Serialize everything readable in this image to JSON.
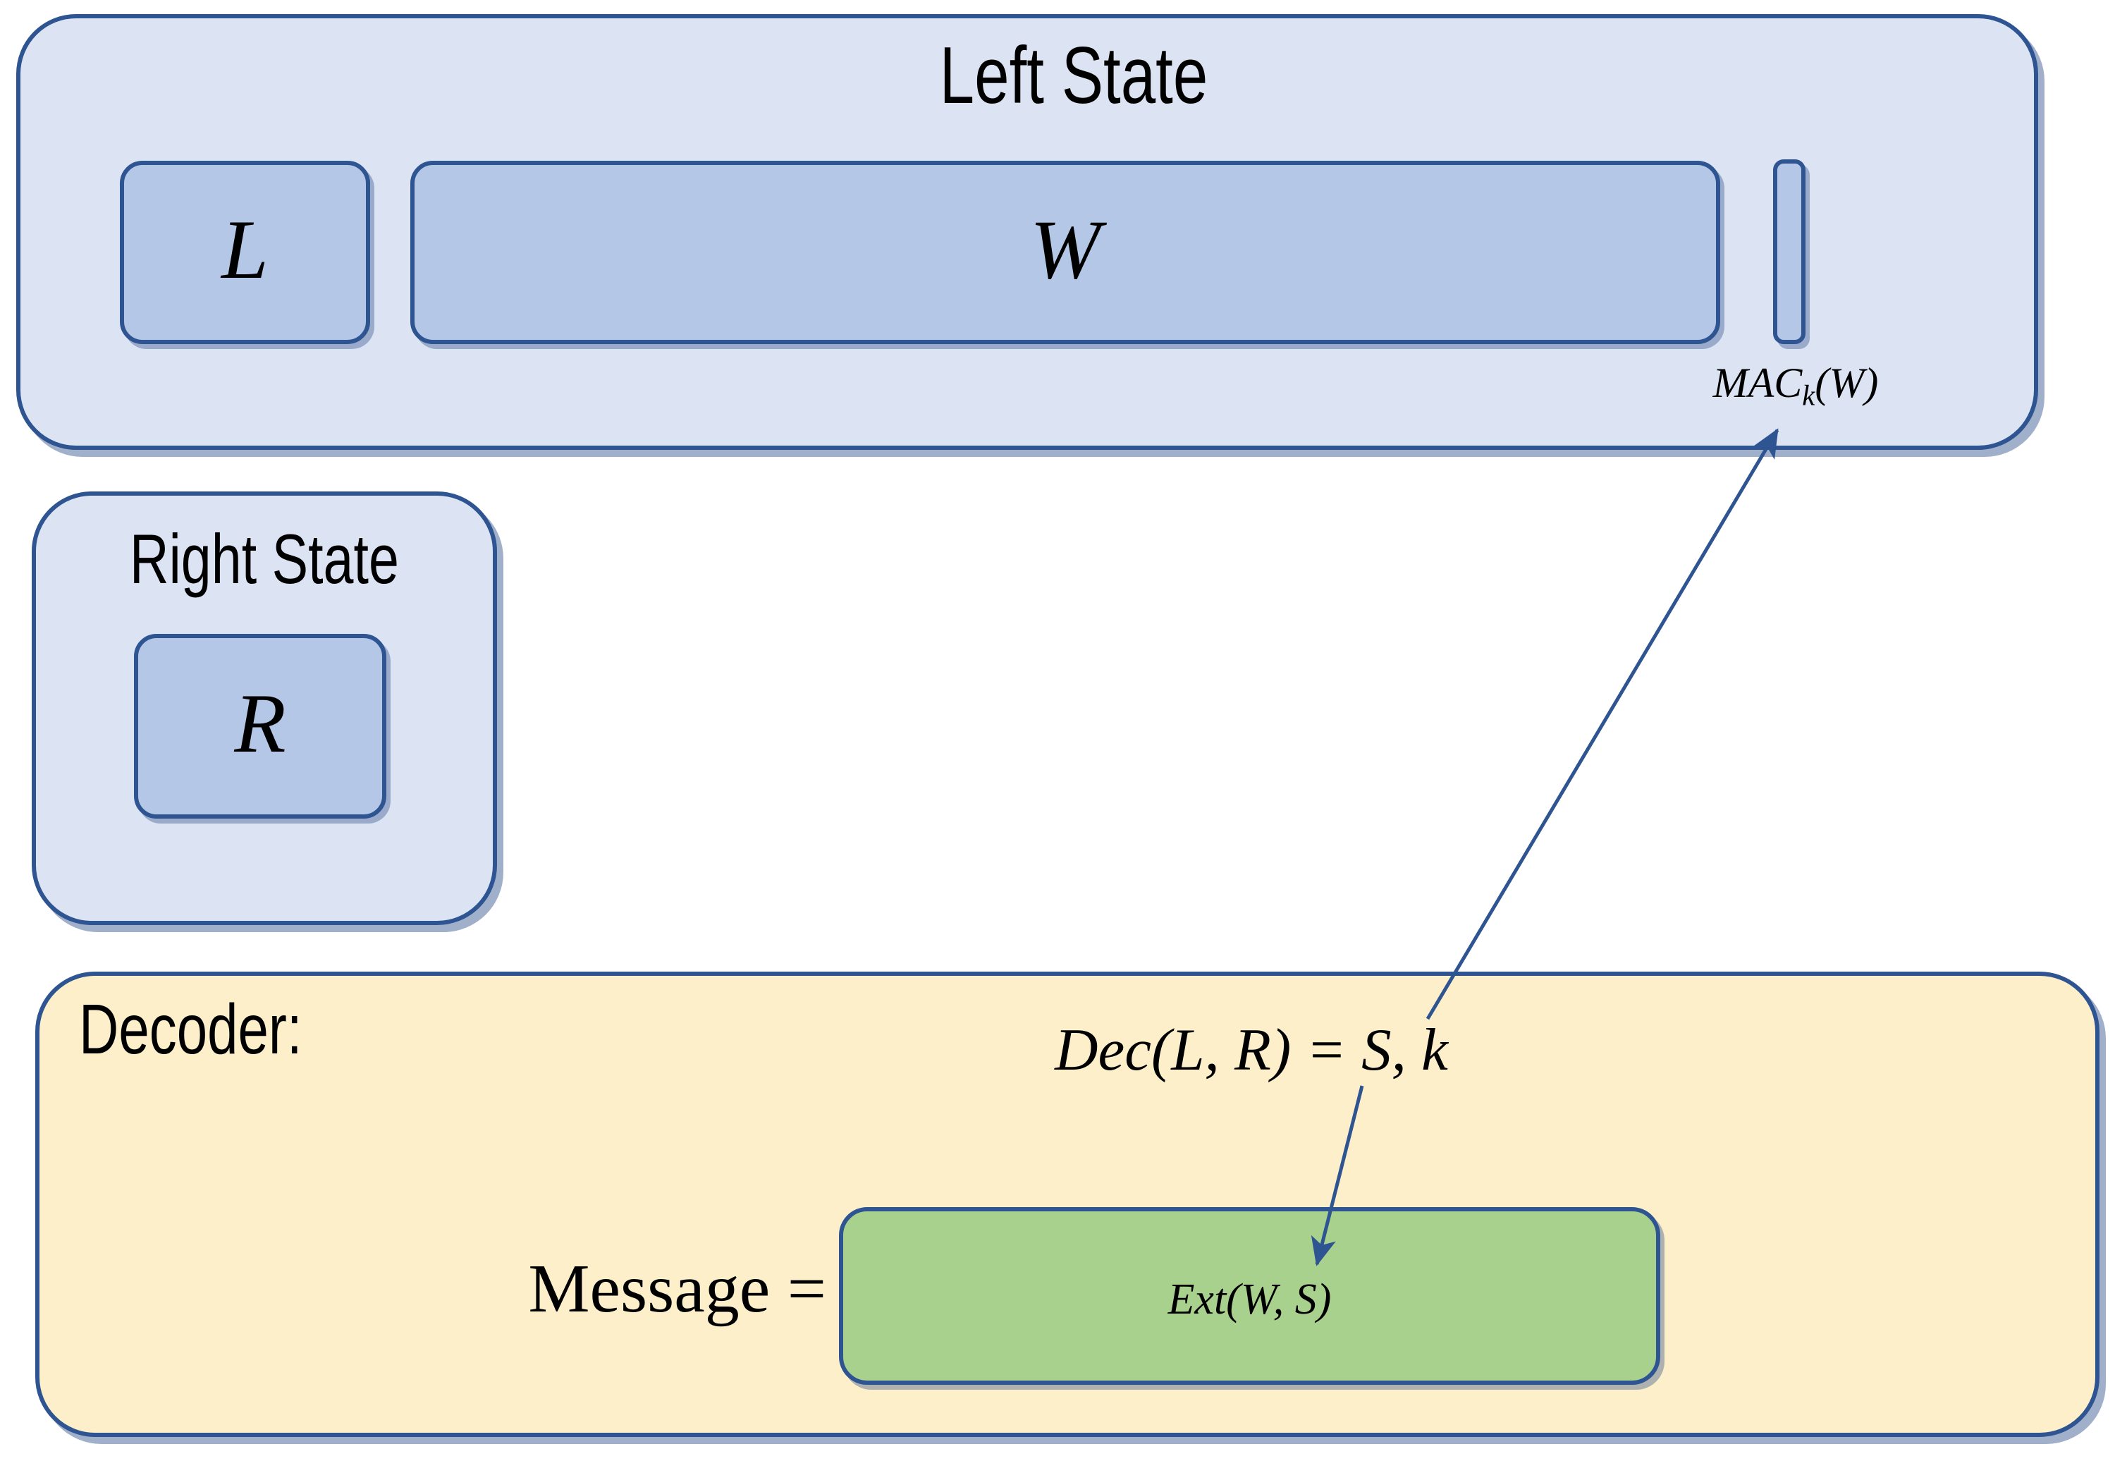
{
  "diagram": {
    "left_state": {
      "title": "Left State",
      "l_label": "L",
      "w_label": "W",
      "mac_label": {
        "base": "MAC",
        "sub": "k",
        "args": "(W)"
      }
    },
    "right_state": {
      "title": "Right State",
      "r_label": "R"
    },
    "decoder": {
      "title": "Decoder:",
      "formula": "Dec(L, R) = S, k",
      "message_label": "Message =",
      "ext_label": "Ext(W, S)"
    }
  },
  "colors": {
    "light-blue": "#dce4f4",
    "medium-blue": "#b4c7e7",
    "navy": "#2e5491",
    "cream": "#fcefc9",
    "green": "#a9d18e",
    "text": "#000000"
  }
}
